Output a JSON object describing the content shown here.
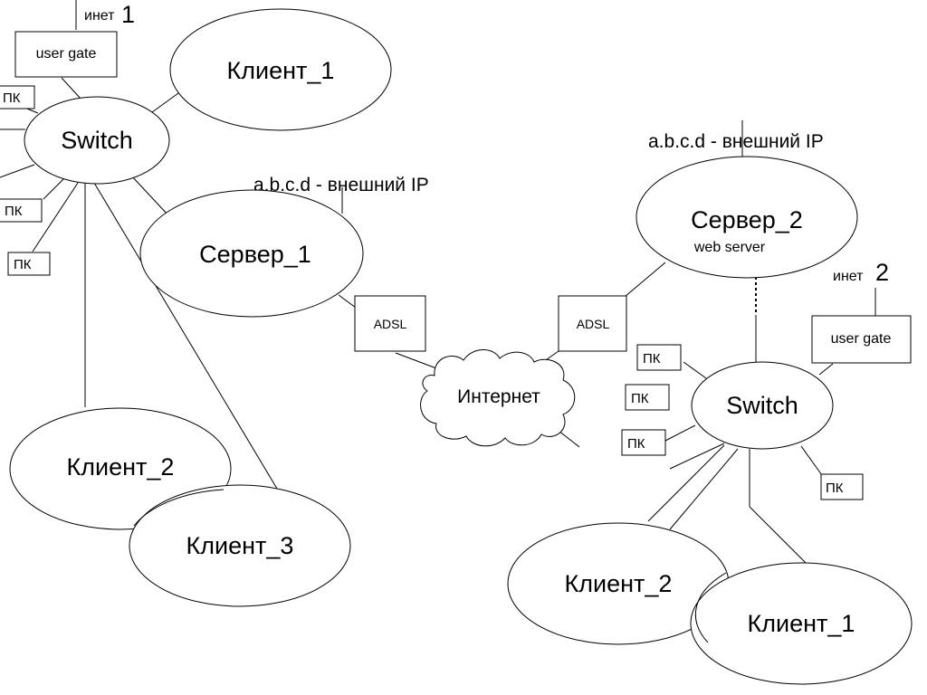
{
  "network_left": {
    "inet_label": "инет",
    "inet_number": "1",
    "user_gate": "user gate",
    "switch": "Switch",
    "client_1": "Клиент_1",
    "client_2": "Клиент_2",
    "client_3": "Клиент_3",
    "server": "Сервер_1",
    "external_ip": "a.b.c.d - внешний IP",
    "pc": [
      "ПК",
      "ПК",
      "ПК"
    ],
    "adsl": "ADSL"
  },
  "internet": "Интернет",
  "network_right": {
    "inet_label": "инет",
    "inet_number": "2",
    "user_gate": "user gate",
    "switch": "Switch",
    "server": "Сервер_2",
    "server_note": "web server",
    "external_ip": "a.b.c.d - внешний IP",
    "client_1": "Клиент_1",
    "client_2": "Клиент_2",
    "pc": [
      "ПК",
      "ПК",
      "ПК",
      "ПК"
    ],
    "adsl": "ADSL"
  }
}
